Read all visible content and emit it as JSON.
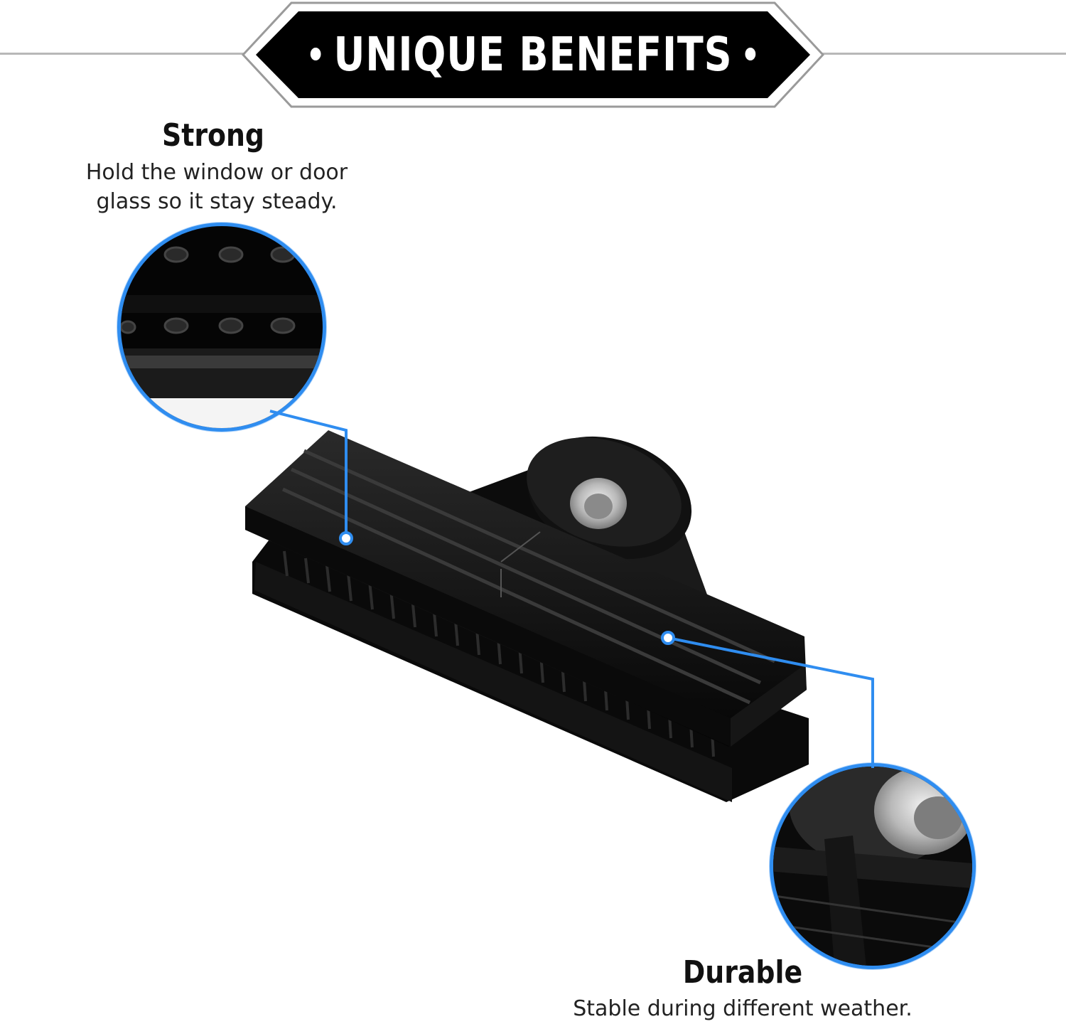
{
  "banner": {
    "title": "UNIQUE BENEFITS"
  },
  "features": [
    {
      "title": "Strong",
      "description_line1": "Hold the window or door",
      "description_line2": "glass so it stay steady."
    },
    {
      "title": "Durable",
      "description": "Stable during different weather."
    }
  ],
  "colors": {
    "accent_blue": "#2f8df0",
    "banner_black": "#000000",
    "product_black": "#0d0d0d"
  }
}
